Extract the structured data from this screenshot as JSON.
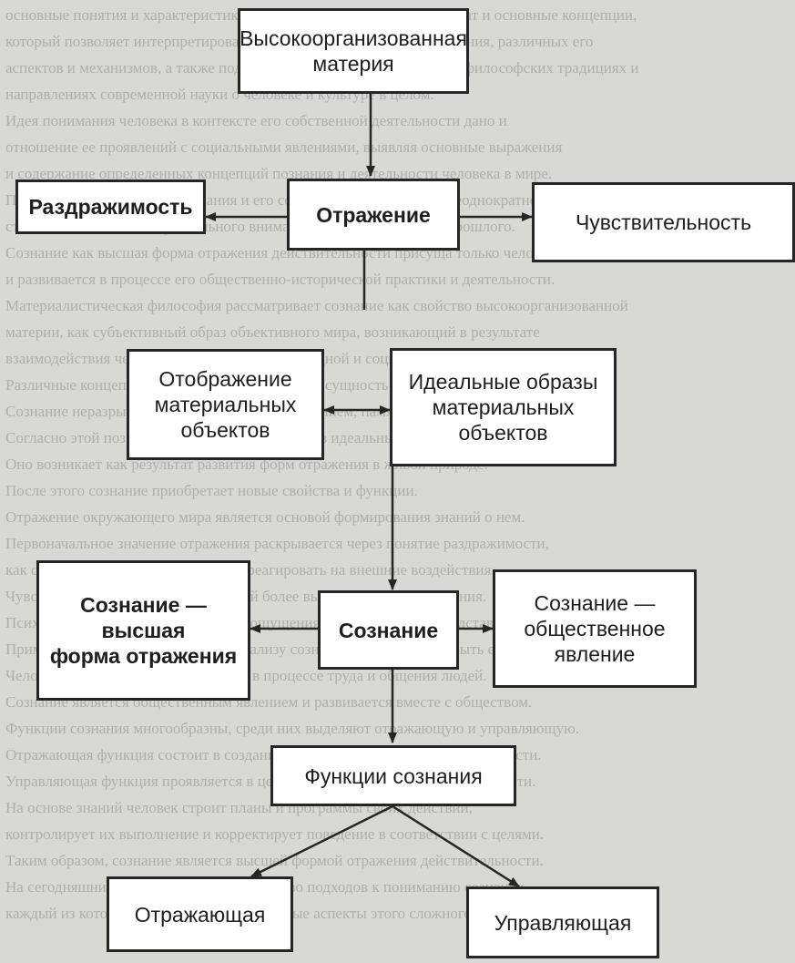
{
  "boxes": {
    "high_matter": "Высокоорганизованная\nматерия",
    "irritability": "Раздражимость",
    "reflection": "Отражение",
    "sensitivity": "Чувствительность",
    "display_objects": "Отображение\nматериальных\nобъектов",
    "ideal_images": "Идеальные образы\nматериальных\nобъектов",
    "consciousness_highest": "Сознание —\nвысшая\nформа отражения",
    "consciousness": "Сознание",
    "consciousness_social": "Сознание —\nобщественное\nявление",
    "functions": "Функции сознания",
    "reflecting": "Отражающая",
    "controlling": "Управляющая"
  },
  "background_text": [
    "основные понятия и характеристики, образующих понятийный аппарат и основные концепции,",
    "который позволяет интерпретировать понимание человеческого сознания, различных его",
    "аспектов и механизмов, а также подходы к их изучению в различных философских традициях и",
    "направлениях современной науки о человеке и культуре в целом.",
    "Идея понимания человека в контексте его собственной деятельности дано и",
    "отношение ее проявлений с социальными явлениями, выявляя основные выражения",
    "и содержание определенных концепций познания и деятельности человека в мире.",
    "Проблема возникновения сознания и его соотношения с природой неоднократно",
    "становилась объектом пристального внимания многих философов прошлого.",
    "Сознание как высшая форма отражения действительности присуща только человеку",
    "и развивается в процессе его общественно-исторической практики и деятельности.",
    "Материалистическая философия рассматривает сознание как свойство высокоорганизованной",
    "материи, как субъективный образ объективного мира, возникающий в результате",
    "взаимодействия человека с окружающей природной и социальной средой.",
    "Различные концепции сознания определяют его сущность по-разному.",
    "Сознание неразрывно связано с языком, мышлением, памятью и вниманием.",
    "Согласно этой позиции сознание отражает мир в идеальных образах объектов.",
    "Оно возникает как результат развития форм отражения в живой природе.",
    "После этого сознание приобретает новые свойства и функции.",
    "Отражение окружающего мира является основой формирования знаний о нем.",
    "Первоначальное значение отражения раскрывается через понятие раздражимости,",
    "как способности живых организмов реагировать на внешние воздействия.",
    "Чувствительность представляет собой более высокую форму отражения.",
    "Психика животных основывается на ощущениях, восприятиях и представлениях.",
    "Применение понятия отражения к анализу сознания позволяет раскрыть его природу.",
    "Человеческое сознание формируется в процессе труда и общения людей.",
    "Сознание является общественным явлением и развивается вместе с обществом.",
    "Функции сознания многообразны, среди них выделяют отражающую и управляющую.",
    "Отражающая функция состоит в создании идеальных образов действительности.",
    "Управляющая функция проявляется в целеполагании и регуляции деятельности.",
    "На основе знаний человек строит планы и программы своих действий,",
    "контролирует их выполнение и корректирует поведение в соответствии с целями.",
    "Таким образом, сознание является высшей формой отражения действительности.",
    "На сегодняшний день существует множество подходов к пониманию сознания,",
    "каждый из которых раскрывает определенные аспекты этого сложного феномена."
  ]
}
